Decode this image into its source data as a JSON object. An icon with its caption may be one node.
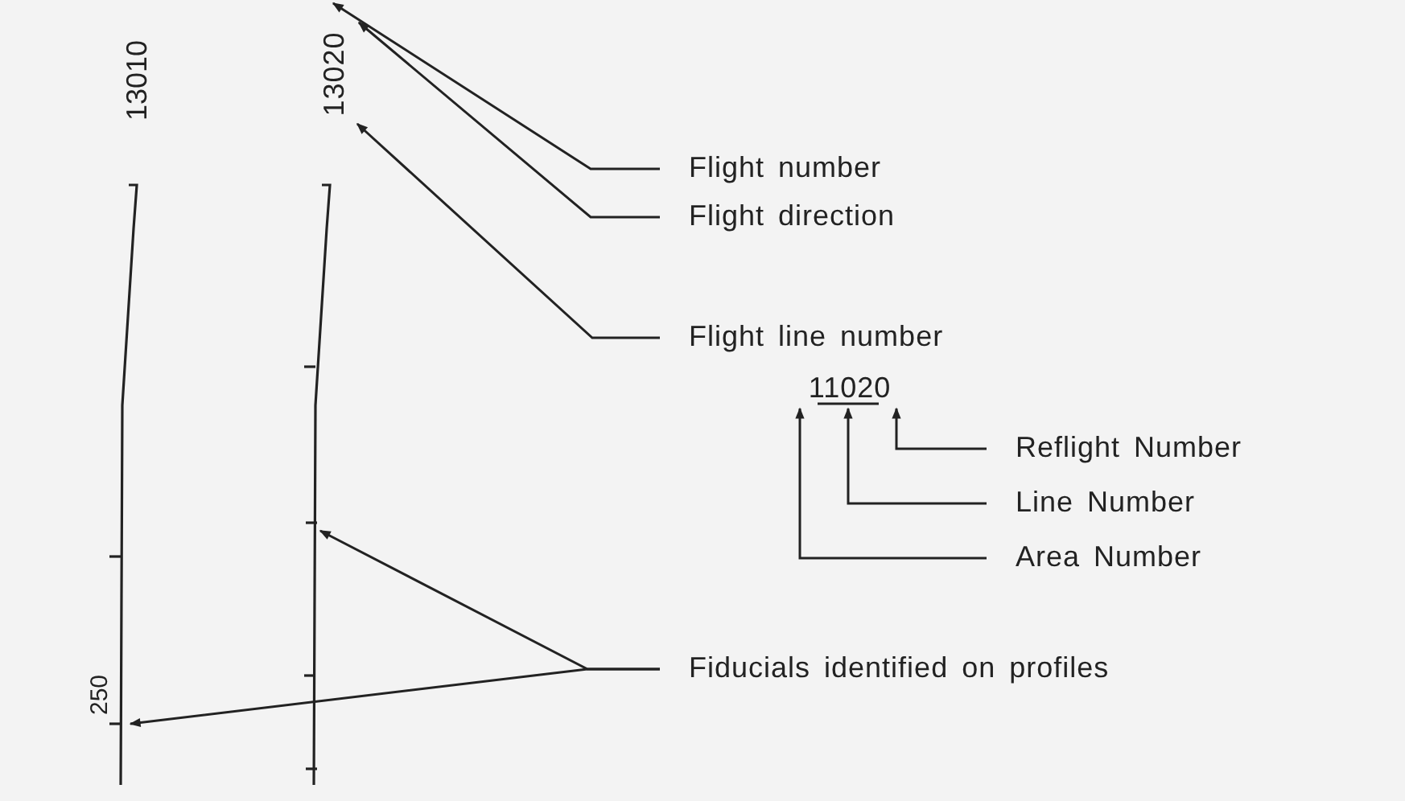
{
  "diagram": {
    "nodes": [
      {
        "text": [
          "13020"
        ]
      },
      {
        "text": [],
        "shape": "line"
      },
      {
        "text": [],
        "shape": "line"
      },
      {
        "text": [
          "Flight number"
        ]
      },
      {
        "text": [
          "Flight direction"
        ]
      },
      {
        "text": [
          "Flight line number"
        ]
      },
      {
        "text": [
          "11020"
        ]
      },
      {
        "text": [
          "Reflight Number"
        ]
      },
      {
        "text": [
          "Line Number"
        ]
      },
      {
        "text": [
          "Area Number"
        ]
      },
      {
        "text": [
          "Fiducials identified on profiles"
        ]
      }
    ],
    "edges": [
      {
        "from": 3,
        "to": 0,
        "arrow": "to"
      },
      {
        "from": 4,
        "to": 0,
        "arrow": "to"
      },
      {
        "from": 5,
        "to": 0,
        "arrow": "to"
      },
      {
        "from": 7,
        "to": 6,
        "arrow": "to"
      },
      {
        "from": 8,
        "to": 6,
        "arrow": "to"
      },
      {
        "from": 9,
        "to": 6,
        "arrow": "to"
      },
      {
        "from": 10,
        "to": 2,
        "arrow": "to"
      },
      {
        "from": 10,
        "to": 1,
        "arrow": "to"
      }
    ],
    "labels": [
      "13010",
      "250"
    ]
  }
}
